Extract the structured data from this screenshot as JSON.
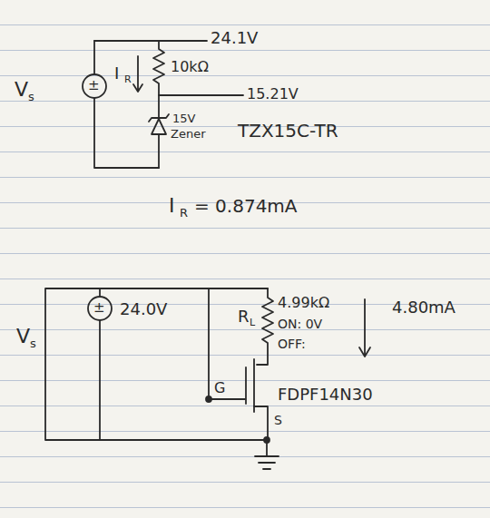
{
  "diagram": {
    "labels": [
      "V",
      "s",
      "±",
      "I",
      "R",
      "10kΩ",
      "24.1V",
      "15.21V",
      "15V",
      "Zener",
      "TZX15C-TR",
      "I",
      "R",
      "= 0.874mA",
      "V",
      "s",
      "±",
      "24.0V",
      "R",
      "L",
      "4.99kΩ",
      "4.80mA",
      "ON: 0V",
      "OFF:",
      "G",
      "FDPF14N30",
      "S"
    ]
  }
}
